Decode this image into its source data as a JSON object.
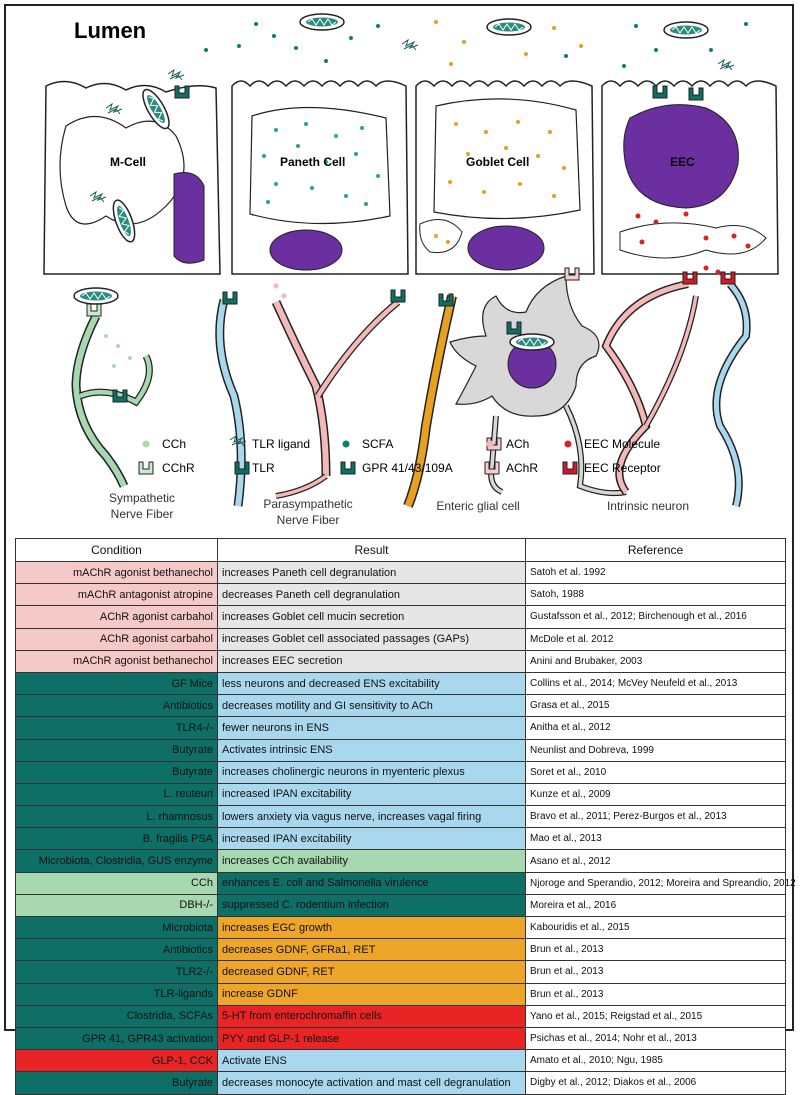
{
  "diagram": {
    "region_label": "Lumen",
    "cells": [
      "M-Cell",
      "Paneth Cell",
      "Goblet Cell",
      "EEC"
    ],
    "legend": [
      {
        "label": "CCh",
        "icon": "cch-dot-icon"
      },
      {
        "label": "CChR",
        "icon": "cch-receptor-icon"
      },
      {
        "label": "TLR ligand",
        "icon": "tlr-ligand-icon"
      },
      {
        "label": "TLR",
        "icon": "tlr-receptor-icon"
      },
      {
        "label": "SCFA",
        "icon": "scfa-dot-icon"
      },
      {
        "label": "GPR 41/43/109A",
        "icon": "gpr-receptor-icon"
      },
      {
        "label": "ACh",
        "icon": "ach-dot-icon"
      },
      {
        "label": "AChR",
        "icon": "achr-receptor-icon"
      },
      {
        "label": "EEC Molecule",
        "icon": "eec-molecule-icon"
      },
      {
        "label": "EEC Receptor",
        "icon": "eec-receptor-icon"
      }
    ],
    "neurons": [
      {
        "line1": "Sympathetic",
        "line2": "Nerve Fiber"
      },
      {
        "line1": "Parasympathetic",
        "line2": "Nerve Fiber"
      },
      {
        "line1": "Enteric glial cell",
        "line2": ""
      },
      {
        "line1": "Intrinsic neuron",
        "line2": ""
      }
    ],
    "colors": {
      "teal": "#0e6f66",
      "light_green": "#a8d8b0",
      "light_blue": "#a9d8ee",
      "pink": "#f4b8b8",
      "orange": "#e8a020",
      "red": "#e02020",
      "purple": "#6b2fa0",
      "gray": "#d8d8d8"
    }
  },
  "table": {
    "headers": [
      "Condition",
      "Result",
      "Reference"
    ],
    "rows": [
      {
        "condition": "mAChR agonist bethanechol",
        "result": "increases Paneth cell degranulation",
        "reference": "Satoh et al. 1992",
        "cond_color": "#f6c9c9",
        "res_color": "#e6e6e6"
      },
      {
        "condition": "mAChR antagonist atropine",
        "result": "decreases Paneth cell degranulation",
        "reference": "Satoh, 1988",
        "cond_color": "#f6c9c9",
        "res_color": "#e6e6e6"
      },
      {
        "condition": "AChR agonist carbahol",
        "result": "increases Goblet cell mucin secretion",
        "reference": "Gustafsson et al., 2012; Birchenough et al., 2016",
        "cond_color": "#f6c9c9",
        "res_color": "#e6e6e6"
      },
      {
        "condition": "AChR agonist carbahol",
        "result": "increases Goblet cell associated passages (GAPs)",
        "reference": "McDole et al. 2012",
        "cond_color": "#f6c9c9",
        "res_color": "#e6e6e6"
      },
      {
        "condition": "mAChR agonist bethanechol",
        "result": "increases EEC secretion",
        "reference": "Anini and Brubaker, 2003",
        "cond_color": "#f6c9c9",
        "res_color": "#e6e6e6"
      },
      {
        "condition": "GF Mice",
        "result": "less neurons and decreased ENS excitability",
        "reference": "Collins et al., 2014; McVey Neufeld et al., 2013",
        "cond_color": "#0e6f66",
        "res_color": "#a9d8ee"
      },
      {
        "condition": "Antibiotics",
        "result": "decreases motility and GI sensitivity to ACh",
        "reference": "Grasa et al., 2015",
        "cond_color": "#0e6f66",
        "res_color": "#a9d8ee"
      },
      {
        "condition": "TLR4-/-",
        "result": "fewer neurons in ENS",
        "reference": "Anitha et al., 2012",
        "cond_color": "#0e6f66",
        "res_color": "#a9d8ee"
      },
      {
        "condition": "Butyrate",
        "result": "Activates intrinsic ENS",
        "reference": "Neunlist and Dobreva, 1999",
        "cond_color": "#0e6f66",
        "res_color": "#a9d8ee"
      },
      {
        "condition": "Butyrate",
        "result": "increases cholinergic neurons in myenteric plexus",
        "reference": "Soret et al., 2010",
        "cond_color": "#0e6f66",
        "res_color": "#a9d8ee"
      },
      {
        "condition": "L. reuteuri",
        "result": "increased IPAN excitability",
        "reference": "Kunze et al., 2009",
        "cond_color": "#0e6f66",
        "res_color": "#a9d8ee"
      },
      {
        "condition": "L. rhamnosus",
        "result": "lowers anxiety via vagus nerve, increases vagal firing",
        "reference": "Bravo et al., 2011; Perez-Burgos et al., 2013",
        "cond_color": "#0e6f66",
        "res_color": "#a9d8ee"
      },
      {
        "condition": "B. fragilis PSA",
        "result": "increased IPAN excitability",
        "reference": "Mao et al., 2013",
        "cond_color": "#0e6f66",
        "res_color": "#a9d8ee"
      },
      {
        "condition": "Microbiota, Clostridia, GUS enzyme",
        "result": "increases CCh availability",
        "reference": "Asano et al., 2012",
        "cond_color": "#0e6f66",
        "res_color": "#a8d8b0"
      },
      {
        "condition": "CCh",
        "result": "enhances E. coli and Salmonella virulence",
        "reference": "Njoroge and Sperandio, 2012; Moreira and Spreandio, 2012",
        "cond_color": "#a8d8b0",
        "res_color": "#0e6f66"
      },
      {
        "condition": "DBH-/-",
        "result": "suppressed C. rodentium infection",
        "reference": "Moreira et al., 2016",
        "cond_color": "#a8d8b0",
        "res_color": "#0e6f66"
      },
      {
        "condition": "Microbiota",
        "result": "increases EGC growth",
        "reference": "Kabouridis et al., 2015",
        "cond_color": "#0e6f66",
        "res_color": "#eea62a"
      },
      {
        "condition": "Antibiotics",
        "result": "decreases GDNF, GFRa1, RET",
        "reference": "Brun et al., 2013",
        "cond_color": "#0e6f66",
        "res_color": "#eea62a"
      },
      {
        "condition": "TLR2-/-",
        "result": "decreased GDNF, RET",
        "reference": "Brun et al., 2013",
        "cond_color": "#0e6f66",
        "res_color": "#eea62a"
      },
      {
        "condition": "TLR-ligands",
        "result": "increase GDNF",
        "reference": "Brun et al., 2013",
        "cond_color": "#0e6f66",
        "res_color": "#eea62a"
      },
      {
        "condition": "Clostridia, SCFAs",
        "result": "5-HT from enterochromaffin cells",
        "reference": "Yano et al., 2015; Reigstad et al., 2015",
        "cond_color": "#0e6f66",
        "res_color": "#e82424"
      },
      {
        "condition": "GPR 41, GPR43 activation",
        "result": "PYY and GLP-1 release",
        "reference": "Psichas et al., 2014; Nohr et al., 2013",
        "cond_color": "#0e6f66",
        "res_color": "#e82424"
      },
      {
        "condition": "GLP-1, CCK",
        "result": "Activate ENS",
        "reference": "Amato et al., 2010; Ngu, 1985",
        "cond_color": "#e82424",
        "res_color": "#a9d8ee"
      },
      {
        "condition": "Butyrate",
        "result": "decreases monocyte activation and mast cell degranulation",
        "reference": "Digby et al., 2012; Diakos et al., 2006",
        "cond_color": "#0e6f66",
        "res_color": "#a9d8ee"
      }
    ]
  }
}
